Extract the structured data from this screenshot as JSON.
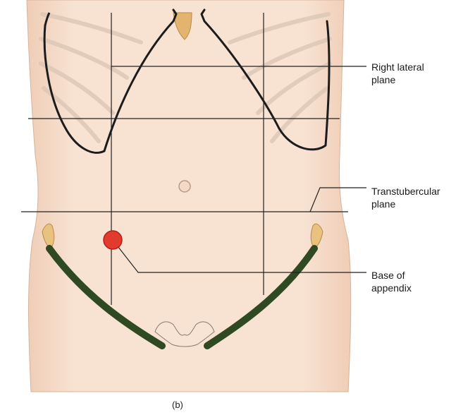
{
  "labels": {
    "right_lateral_line1": "Right lateral",
    "right_lateral_line2": "plane",
    "transtubercular_line1": "Transtubercular",
    "transtubercular_line2": "plane",
    "appendix_line1": "Base of",
    "appendix_line2": "appendix"
  },
  "caption": "(b)",
  "colors": {
    "skin": "#f7e1d0",
    "skin_shade": "#edc9b1",
    "costal_outline": "#1c1c1c",
    "inguinal_ligament": "#2f4a22",
    "appendix_marker": "#e23a2c",
    "plane_line": "#222222"
  }
}
